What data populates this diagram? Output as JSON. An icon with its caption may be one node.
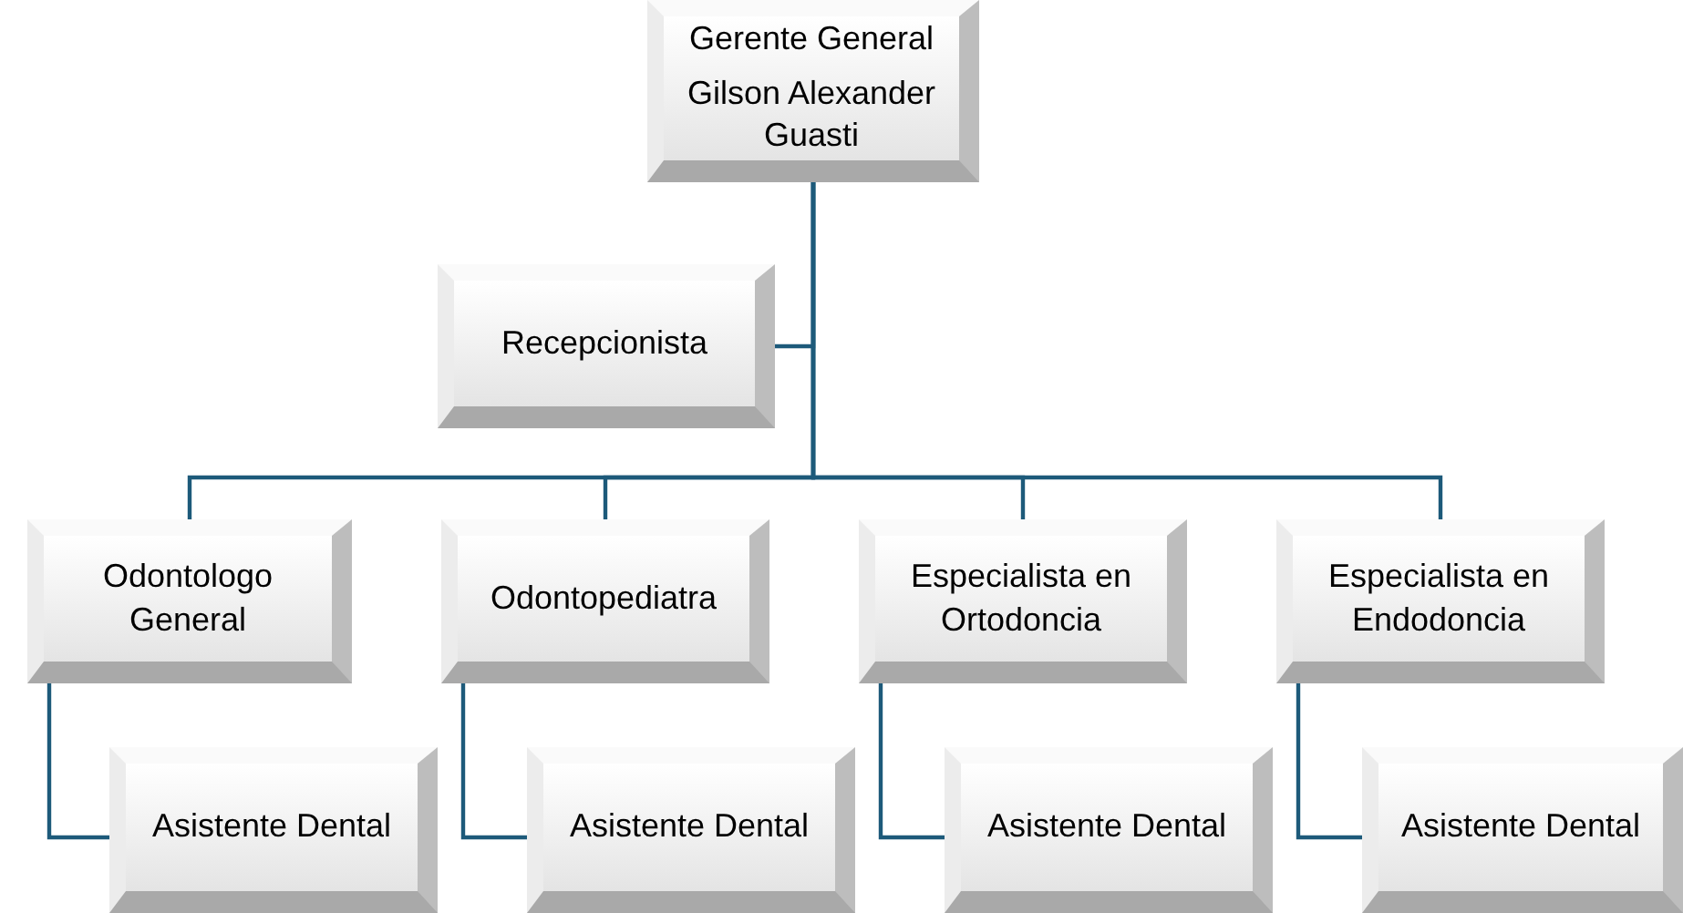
{
  "diagram": {
    "nodes": [
      {
        "text": [
          "Gerente General",
          "Gilson Alexander Guasti"
        ]
      },
      {
        "text": [
          "Recepcionista"
        ]
      },
      {
        "text": [
          "Odontologo General"
        ]
      },
      {
        "text": [
          "Odontopediatra"
        ]
      },
      {
        "text": [
          "Especialista en Ortodoncia"
        ]
      },
      {
        "text": [
          "Especialista en Endodoncia"
        ]
      },
      {
        "text": [
          "Asistente Dental"
        ]
      },
      {
        "text": [
          "Asistente Dental"
        ]
      },
      {
        "text": [
          "Asistente Dental"
        ]
      },
      {
        "text": [
          "Asistente Dental"
        ]
      }
    ],
    "edges": [
      {
        "from": 0,
        "to": 1,
        "arrow": "none"
      },
      {
        "from": 0,
        "to": 2,
        "arrow": "none"
      },
      {
        "from": 0,
        "to": 3,
        "arrow": "none"
      },
      {
        "from": 0,
        "to": 4,
        "arrow": "none"
      },
      {
        "from": 0,
        "to": 5,
        "arrow": "none"
      },
      {
        "from": 2,
        "to": 6,
        "arrow": "none"
      },
      {
        "from": 3,
        "to": 7,
        "arrow": "none"
      },
      {
        "from": 4,
        "to": 8,
        "arrow": "none"
      },
      {
        "from": 5,
        "to": 9,
        "arrow": "none"
      }
    ]
  }
}
